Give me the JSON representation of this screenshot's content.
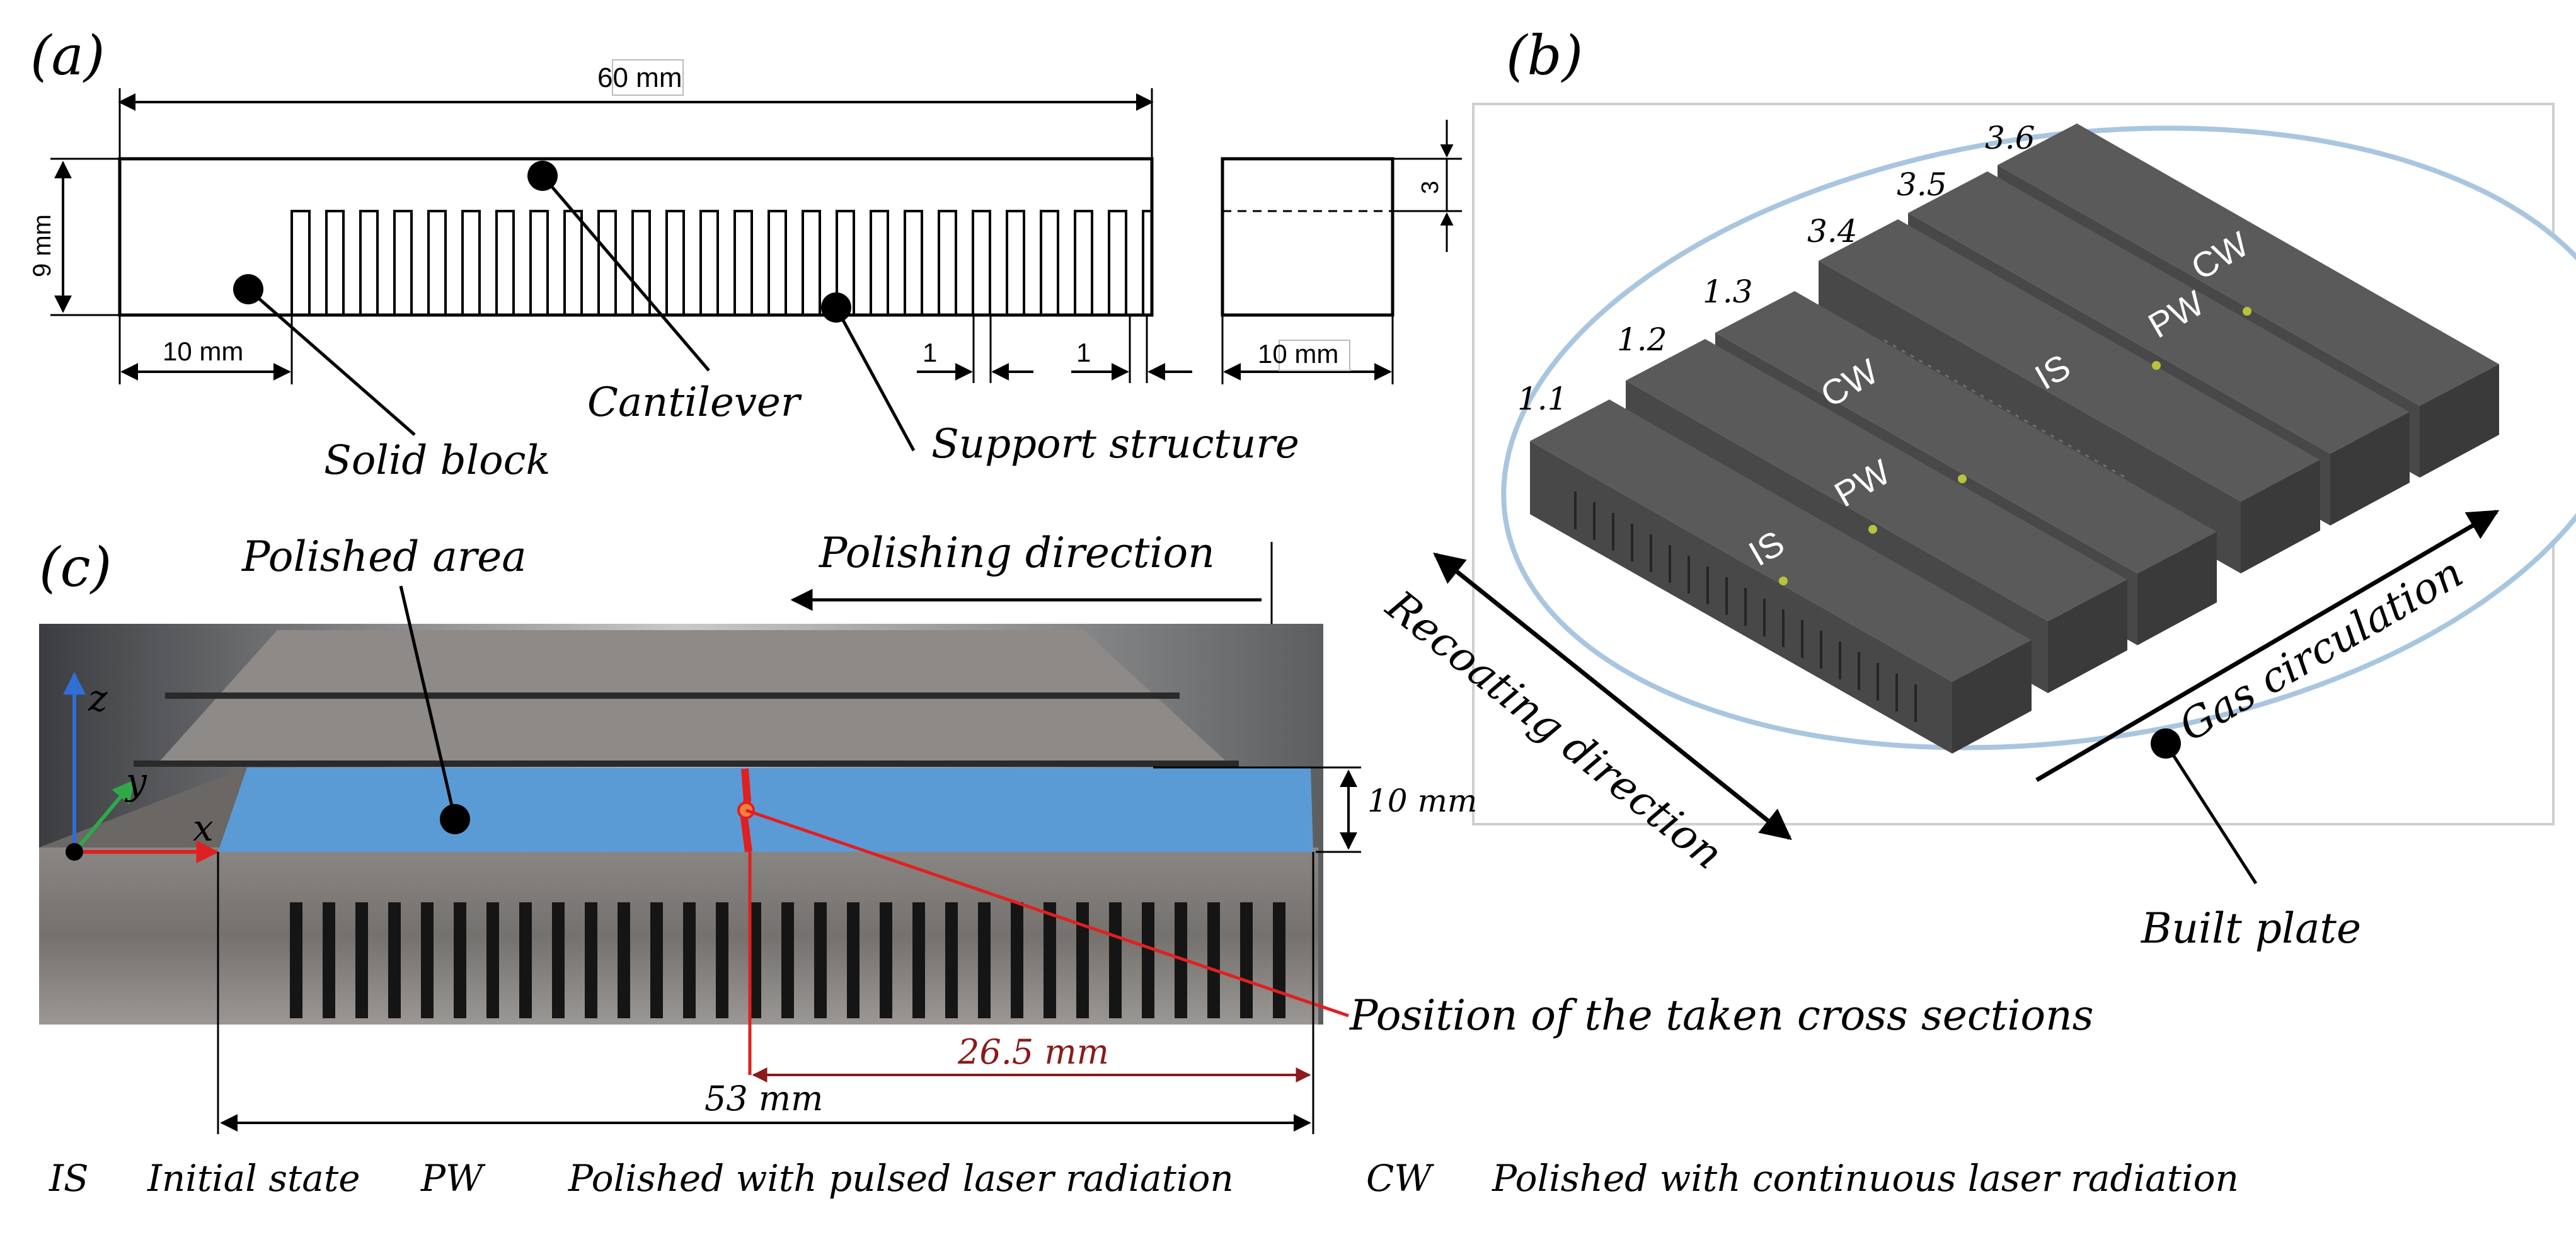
{
  "panel_a": {
    "label": "(a)",
    "dim_length": "60 mm",
    "dim_height": "9 mm",
    "dim_solid": "10 mm",
    "dim_side_width": "10 mm",
    "dim_side_top": "3",
    "dim_tooth_1": "1",
    "dim_tooth_2": "1",
    "callout_solid_block": "Solid block",
    "callout_cantilever": "Cantilever",
    "callout_support": "Support structure"
  },
  "panel_b": {
    "label": "(b)",
    "row_labels": [
      "1.1",
      "1.2",
      "1.3",
      "3.4",
      "3.5",
      "3.6"
    ],
    "block_labels": [
      "IS",
      "PW",
      "CW",
      "IS",
      "PW",
      "CW"
    ],
    "arrow_recoating": "Recoating direction",
    "arrow_gas": "Gas circulation",
    "callout_plate": "Built plate"
  },
  "panel_c": {
    "label": "(c)",
    "polished_area": "Polished area",
    "polishing_direction": "Polishing direction",
    "axis_z": "z",
    "axis_y": "y",
    "axis_x": "x",
    "dim_height": "10 mm",
    "dim_half": "26.5 mm",
    "dim_total": "53 mm",
    "callout_cross_sections": "Position of the taken cross sections"
  },
  "legend": [
    {
      "abbr": "IS",
      "text": "Initial state"
    },
    {
      "abbr": "PW",
      "text": "Polished with pulsed laser radiation"
    },
    {
      "abbr": "CW",
      "text": "Polished with continuous laser radiation"
    }
  ],
  "colors": {
    "polished_area": "#5b9bd5",
    "cross_section": "#e02020",
    "block_top": "#5a5a5a",
    "block_side": "#3e3e3e",
    "plate_edge": "#a9c6e0",
    "axis_z": "#2f6fd6",
    "axis_y": "#2fa84a",
    "axis_x": "#e02020",
    "dim_half": "#8b1a1a"
  }
}
